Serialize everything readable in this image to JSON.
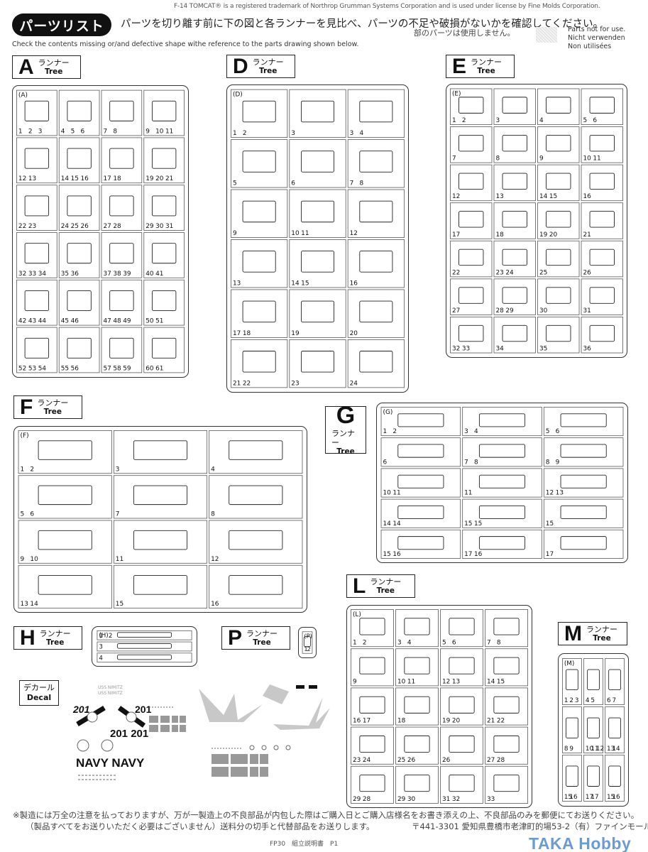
{
  "header": {
    "trademark": "F-14 TOMCAT® is a registered trademark of Northrop Grumman Systems Corporation and is used under license by Fine Molds Corporation.",
    "title": "パーツリスト",
    "instruction_jp": "パーツを切り離す前に下の図と各ランナーを見比べ、パーツの不足や破損がないかを確認してください。",
    "instruction_en": "Check the contents missing or/and defective shape withe reference to the parts drawing shown below.",
    "not_for_use_jp": "部のパーツは使用しません。",
    "not_for_use_en": [
      "Parts not for use.",
      "Nicht verwenden",
      "Non utilisées"
    ]
  },
  "runner_label_jp": "ランナー",
  "runner_label_en": "Tree",
  "runners": {
    "A": {
      "letter": "A",
      "parts": [
        "1",
        "2",
        "3",
        "4",
        "5",
        "6",
        "7",
        "8",
        "9",
        "10",
        "11",
        "12",
        "13",
        "14",
        "15",
        "16",
        "17",
        "18",
        "19",
        "20",
        "21",
        "22",
        "23",
        "24",
        "25",
        "26",
        "27",
        "28",
        "29",
        "30",
        "31",
        "32",
        "33",
        "34",
        "35",
        "36",
        "37",
        "38",
        "39",
        "40",
        "41",
        "42",
        "43",
        "44",
        "45",
        "46",
        "47",
        "48",
        "49",
        "50",
        "51",
        "52",
        "53",
        "54",
        "55",
        "56",
        "57",
        "58",
        "59",
        "60",
        "61"
      ]
    },
    "D": {
      "letter": "D",
      "parts": [
        "1",
        "2",
        "3",
        "3",
        "4",
        "5",
        "6",
        "7",
        "8",
        "9",
        "10",
        "11",
        "12",
        "13",
        "14",
        "15",
        "16",
        "17",
        "18",
        "19",
        "20",
        "21",
        "22",
        "23",
        "24"
      ]
    },
    "E": {
      "letter": "E",
      "parts": [
        "1",
        "2",
        "3",
        "4",
        "5",
        "6",
        "7",
        "8",
        "9",
        "10",
        "11",
        "12",
        "13",
        "14",
        "15",
        "16",
        "17",
        "18",
        "19",
        "20",
        "21",
        "22",
        "23",
        "24",
        "25",
        "26",
        "27",
        "28",
        "29",
        "30",
        "31",
        "32",
        "33",
        "34",
        "35",
        "36"
      ]
    },
    "F": {
      "letter": "F",
      "parts": [
        "1",
        "2",
        "3",
        "4",
        "5",
        "6",
        "7",
        "8",
        "9",
        "10",
        "11",
        "12",
        "13",
        "14",
        "15",
        "16"
      ]
    },
    "G": {
      "letter": "G",
      "parts": [
        "1",
        "2",
        "3",
        "4",
        "5",
        "6",
        "6",
        "7",
        "8",
        "8",
        "9",
        "10",
        "11",
        "11",
        "12",
        "13",
        "14",
        "14",
        "15",
        "15",
        "15",
        "15",
        "16",
        "17",
        "16",
        "17"
      ]
    },
    "H": {
      "letter": "H",
      "parts": [
        "1",
        "2",
        "3",
        "4"
      ]
    },
    "P": {
      "letter": "P",
      "parts": [
        "1",
        "2"
      ]
    },
    "L": {
      "letter": "L",
      "parts": [
        "1",
        "2",
        "3",
        "4",
        "5",
        "6",
        "7",
        "8",
        "9",
        "10",
        "11",
        "12",
        "13",
        "14",
        "15",
        "16",
        "17",
        "18",
        "19",
        "20",
        "21",
        "22",
        "23",
        "24",
        "25",
        "26",
        "26",
        "27",
        "28",
        "29",
        "28",
        "29",
        "30",
        "31",
        "32",
        "33"
      ]
    },
    "M": {
      "letter": "M",
      "parts": [
        "1",
        "2",
        "3",
        "4",
        "5",
        "6",
        "7",
        "8",
        "9",
        "10",
        "11",
        "12",
        "13",
        "14",
        "15",
        "16",
        "17",
        "17",
        "15",
        "16"
      ]
    }
  },
  "decal": {
    "label_jp": "デカール",
    "label_en": "Decal",
    "texts": [
      "USS NIMITZ",
      "USS NIMITZ",
      "201",
      "201",
      "201 201",
      "NAVY NAVY"
    ]
  },
  "footer": {
    "note_line1": "※製造には万全の注意を払っておりますが、万が一製造上の不良部品が内包した際はご購入日とご購入店様名をお書き添えの上、不良部品のみを郵便にてお送りください。",
    "note_line2": "（製品すべてをお送りいただく必要はございません）送料分の切手と代替部品をお送りします。",
    "address": "〒441-3301 愛知県豊橋市老津町的場53-2（有）ファインモールド",
    "page_ref": "FP30　組立説明書　P1",
    "watermark": "TAKA Hobby"
  }
}
